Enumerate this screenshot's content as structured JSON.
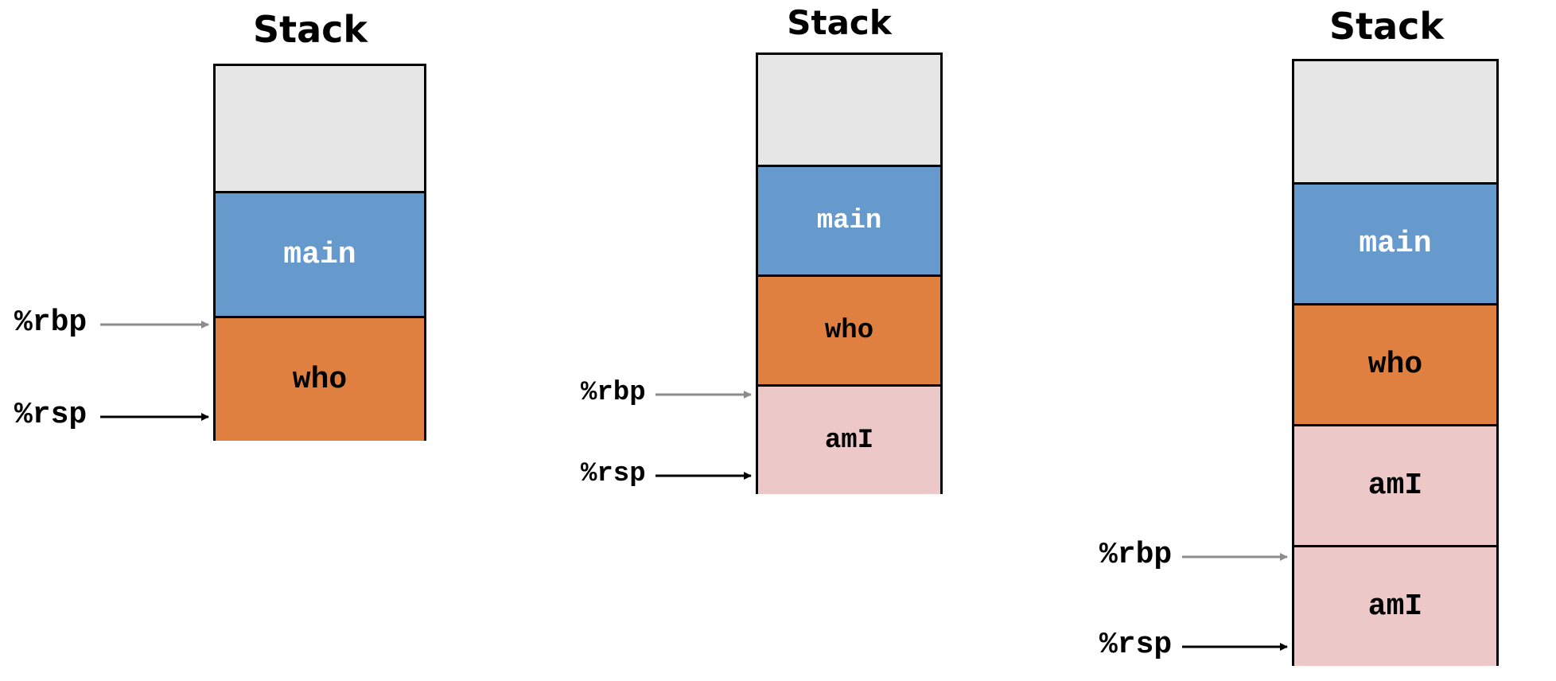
{
  "colors": {
    "empty": "#e6e6e6",
    "main": "#6699cc",
    "who": "#df8040",
    "amI": "#ecc8c8",
    "rbp_arrow": "#8c8c8c",
    "rsp_arrow": "#000000",
    "main_text": "#ffffff",
    "frame_text": "#000000"
  },
  "diagrams": [
    {
      "title": "Stack",
      "frames": [
        {
          "kind": "empty",
          "label": ""
        },
        {
          "kind": "main",
          "label": "main"
        },
        {
          "kind": "who",
          "label": "who"
        }
      ],
      "registers": [
        {
          "name": "%rbp",
          "kind": "rbp_arrow"
        },
        {
          "name": "%rsp",
          "kind": "rsp_arrow"
        }
      ]
    },
    {
      "title": "Stack",
      "frames": [
        {
          "kind": "empty",
          "label": ""
        },
        {
          "kind": "main",
          "label": "main"
        },
        {
          "kind": "who",
          "label": "who"
        },
        {
          "kind": "amI",
          "label": "amI"
        }
      ],
      "registers": [
        {
          "name": "%rbp",
          "kind": "rbp_arrow"
        },
        {
          "name": "%rsp",
          "kind": "rsp_arrow"
        }
      ]
    },
    {
      "title": "Stack",
      "frames": [
        {
          "kind": "empty",
          "label": ""
        },
        {
          "kind": "main",
          "label": "main"
        },
        {
          "kind": "who",
          "label": "who"
        },
        {
          "kind": "amI",
          "label": "amI"
        },
        {
          "kind": "amI",
          "label": "amI"
        }
      ],
      "registers": [
        {
          "name": "%rbp",
          "kind": "rbp_arrow"
        },
        {
          "name": "%rsp",
          "kind": "rsp_arrow"
        }
      ]
    }
  ]
}
